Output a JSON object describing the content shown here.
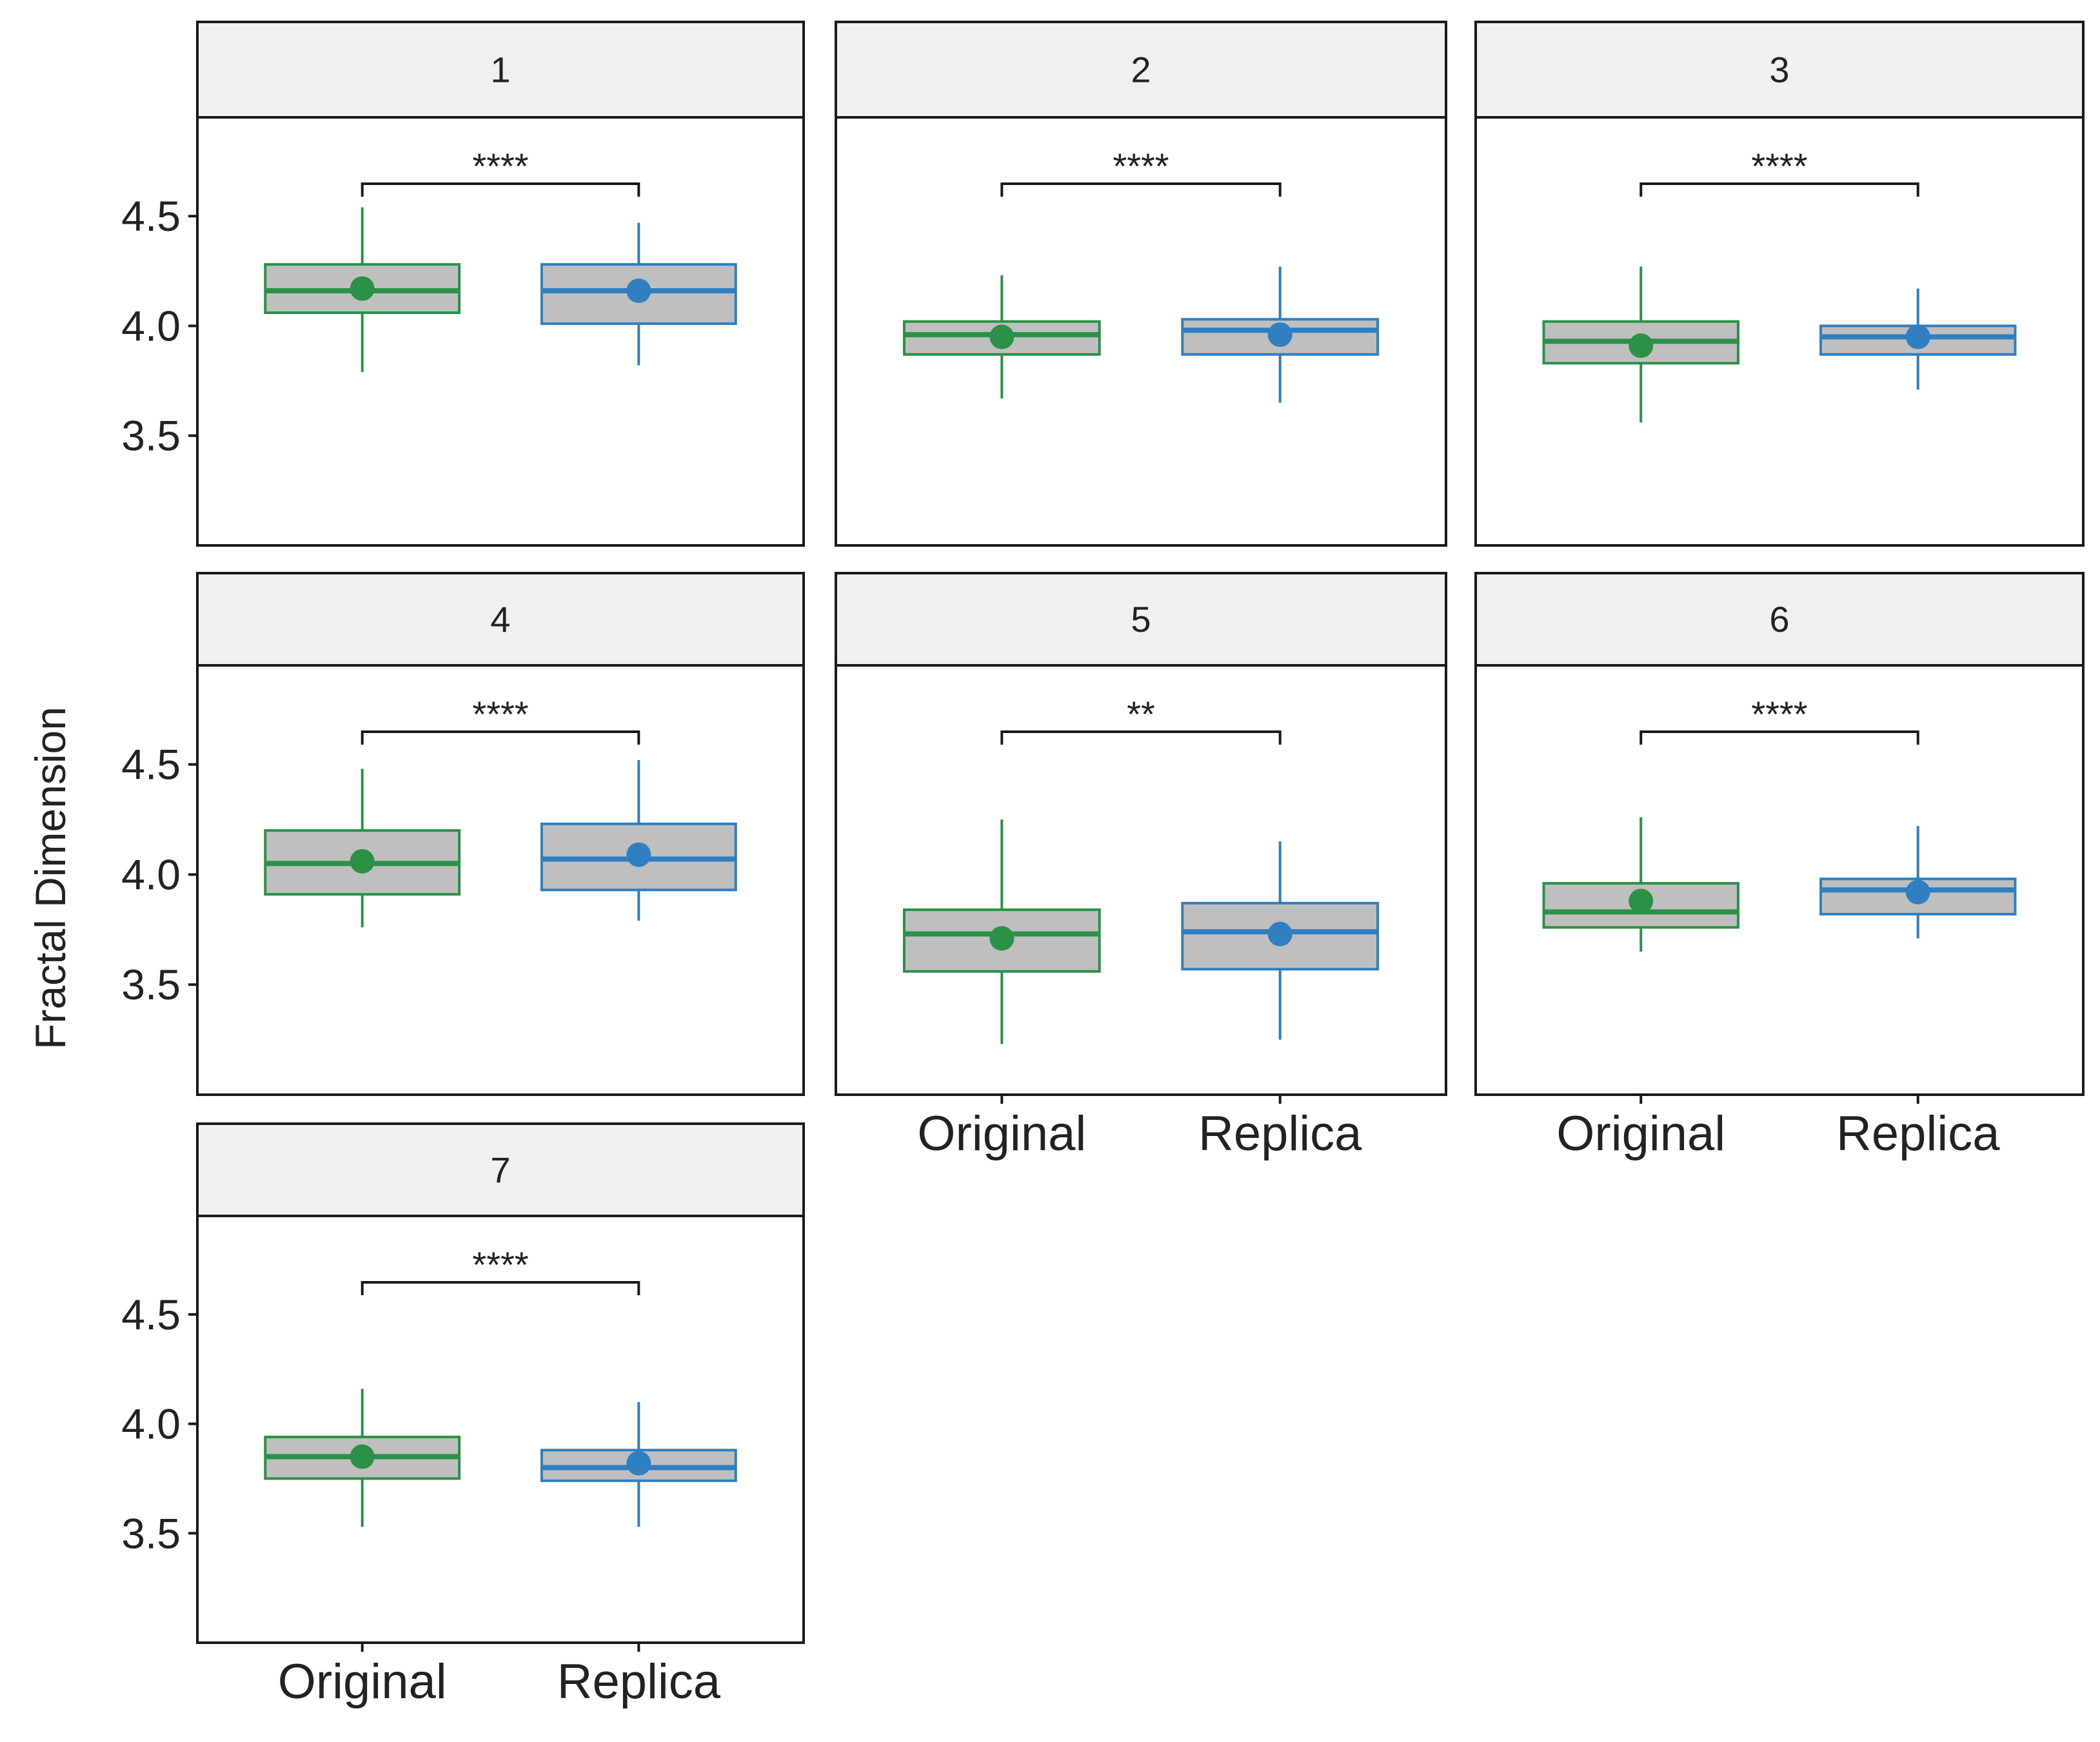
{
  "figure": {
    "ylabel": "Fractal Dimension"
  },
  "colors": {
    "original": "#2a9146",
    "replica": "#2f7fc1",
    "box_fill": "#bfbfbf",
    "strip_fill": "#f0f0f0",
    "frame": "#1a1a1a",
    "text": "#222222"
  },
  "chart_data": [
    {
      "type": "boxplot",
      "panel": "1",
      "significance": "****",
      "categories": [
        "Original",
        "Replica"
      ],
      "ylim": [
        3.0,
        4.95
      ],
      "yticks": [
        "3.5",
        "4.0",
        "4.5"
      ],
      "boxes": [
        {
          "group": "Original",
          "min": 3.79,
          "q1": 4.06,
          "median": 4.16,
          "q3": 4.28,
          "max": 4.54,
          "mean": 4.17
        },
        {
          "group": "Replica",
          "min": 3.82,
          "q1": 4.01,
          "median": 4.16,
          "q3": 4.28,
          "max": 4.47,
          "mean": 4.16
        }
      ]
    },
    {
      "type": "boxplot",
      "panel": "2",
      "significance": "****",
      "categories": [
        "Original",
        "Replica"
      ],
      "ylim": [
        3.0,
        4.95
      ],
      "yticks": [
        "3.5",
        "4.0",
        "4.5"
      ],
      "boxes": [
        {
          "group": "Original",
          "min": 3.67,
          "q1": 3.87,
          "median": 3.96,
          "q3": 4.02,
          "max": 4.23,
          "mean": 3.95
        },
        {
          "group": "Replica",
          "min": 3.65,
          "q1": 3.87,
          "median": 3.98,
          "q3": 4.03,
          "max": 4.27,
          "mean": 3.96
        }
      ]
    },
    {
      "type": "boxplot",
      "panel": "3",
      "significance": "****",
      "categories": [
        "Original",
        "Replica"
      ],
      "ylim": [
        3.0,
        4.95
      ],
      "yticks": [
        "3.5",
        "4.0",
        "4.5"
      ],
      "boxes": [
        {
          "group": "Original",
          "min": 3.56,
          "q1": 3.83,
          "median": 3.93,
          "q3": 4.02,
          "max": 4.27,
          "mean": 3.91
        },
        {
          "group": "Replica",
          "min": 3.71,
          "q1": 3.87,
          "median": 3.95,
          "q3": 4.0,
          "max": 4.17,
          "mean": 3.95
        }
      ]
    },
    {
      "type": "boxplot",
      "panel": "4",
      "significance": "****",
      "categories": [
        "Original",
        "Replica"
      ],
      "ylim": [
        3.0,
        4.95
      ],
      "yticks": [
        "3.5",
        "4.0",
        "4.5"
      ],
      "boxes": [
        {
          "group": "Original",
          "min": 3.76,
          "q1": 3.91,
          "median": 4.05,
          "q3": 4.2,
          "max": 4.48,
          "mean": 4.06
        },
        {
          "group": "Replica",
          "min": 3.79,
          "q1": 3.93,
          "median": 4.07,
          "q3": 4.23,
          "max": 4.52,
          "mean": 4.09
        }
      ]
    },
    {
      "type": "boxplot",
      "panel": "5",
      "significance": "**",
      "categories": [
        "Original",
        "Replica"
      ],
      "ylim": [
        3.0,
        4.95
      ],
      "yticks": [
        "3.5",
        "4.0",
        "4.5"
      ],
      "boxes": [
        {
          "group": "Original",
          "min": 3.23,
          "q1": 3.56,
          "median": 3.73,
          "q3": 3.84,
          "max": 4.25,
          "mean": 3.71
        },
        {
          "group": "Replica",
          "min": 3.25,
          "q1": 3.57,
          "median": 3.74,
          "q3": 3.87,
          "max": 4.15,
          "mean": 3.73
        }
      ]
    },
    {
      "type": "boxplot",
      "panel": "6",
      "significance": "****",
      "categories": [
        "Original",
        "Replica"
      ],
      "ylim": [
        3.0,
        4.95
      ],
      "yticks": [
        "3.5",
        "4.0",
        "4.5"
      ],
      "boxes": [
        {
          "group": "Original",
          "min": 3.65,
          "q1": 3.76,
          "median": 3.83,
          "q3": 3.96,
          "max": 4.26,
          "mean": 3.88
        },
        {
          "group": "Replica",
          "min": 3.71,
          "q1": 3.82,
          "median": 3.93,
          "q3": 3.98,
          "max": 4.22,
          "mean": 3.92
        }
      ]
    },
    {
      "type": "boxplot",
      "panel": "7",
      "significance": "****",
      "categories": [
        "Original",
        "Replica"
      ],
      "ylim": [
        3.0,
        4.95
      ],
      "yticks": [
        "3.5",
        "4.0",
        "4.5"
      ],
      "boxes": [
        {
          "group": "Original",
          "min": 3.53,
          "q1": 3.75,
          "median": 3.85,
          "q3": 3.94,
          "max": 4.16,
          "mean": 3.85
        },
        {
          "group": "Replica",
          "min": 3.53,
          "q1": 3.74,
          "median": 3.8,
          "q3": 3.88,
          "max": 4.1,
          "mean": 3.82
        }
      ]
    }
  ]
}
